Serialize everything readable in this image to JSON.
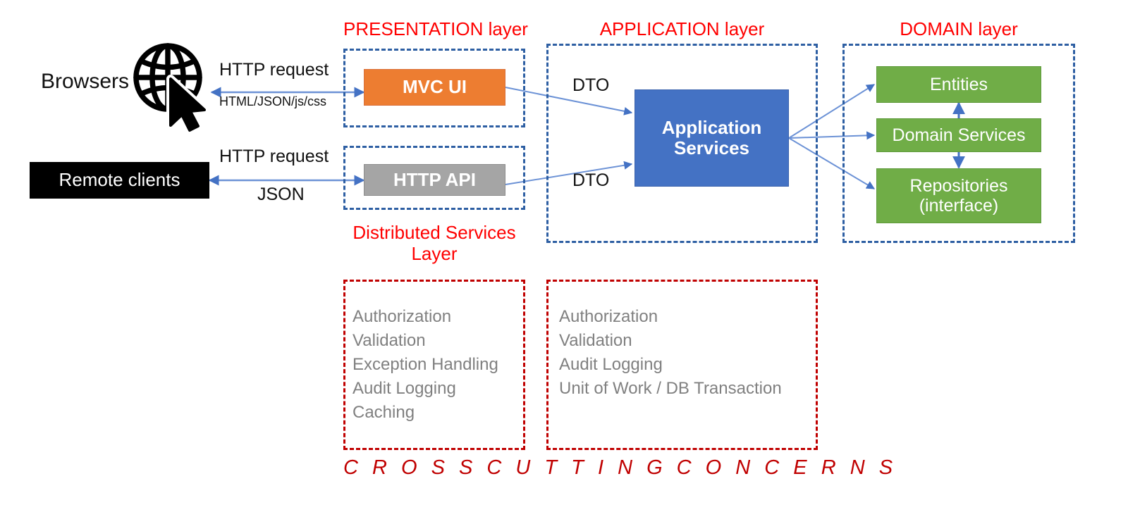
{
  "diagram": {
    "title_bottom": "C R O S S   C U T T I N G   C O N C E R N S",
    "colors": {
      "layer_title": "#FF0000",
      "dashed_blue": "#2E5FA3",
      "dashed_red": "#C00000",
      "arrow": "#4472C4",
      "mvc_ui": "#ED7D31",
      "http_api": "#A5A5A5",
      "application_services": "#4472C4",
      "domain_box": "#70AD47",
      "remote_clients": "#000000",
      "concern_text": "#808080"
    }
  },
  "layer_titles": {
    "presentation": "PRESENTATION layer",
    "application": "APPLICATION layer",
    "domain": "DOMAIN layer",
    "distributed_services": "Distributed Services Layer"
  },
  "actors": {
    "browsers": "Browsers",
    "remote_clients": "Remote clients",
    "globe_icon": "globe-cursor-icon"
  },
  "connections": {
    "browser_request": "HTTP request",
    "browser_response": "HTML/JSON/js/css",
    "remote_request": "HTTP request",
    "remote_response": "JSON",
    "dto_top": "DTO",
    "dto_bottom": "DTO"
  },
  "presentation_layer": {
    "mvc_ui": "MVC UI",
    "http_api": "HTTP API"
  },
  "application_layer": {
    "application_services": "Application Services",
    "application_services_line1": "Application",
    "application_services_line2": "Services"
  },
  "domain_layer": {
    "entities": "Entities",
    "domain_services": "Domain Services",
    "repositories_line1": "Repositories",
    "repositories_line2": "(interface)"
  },
  "cross_cutting": {
    "presentation_concerns": [
      "Authorization",
      "Validation",
      "Exception Handling",
      "Audit Logging",
      "Caching"
    ],
    "application_concerns": [
      "Authorization",
      "Validation",
      "Audit Logging",
      "Unit of Work / DB Transaction"
    ]
  }
}
